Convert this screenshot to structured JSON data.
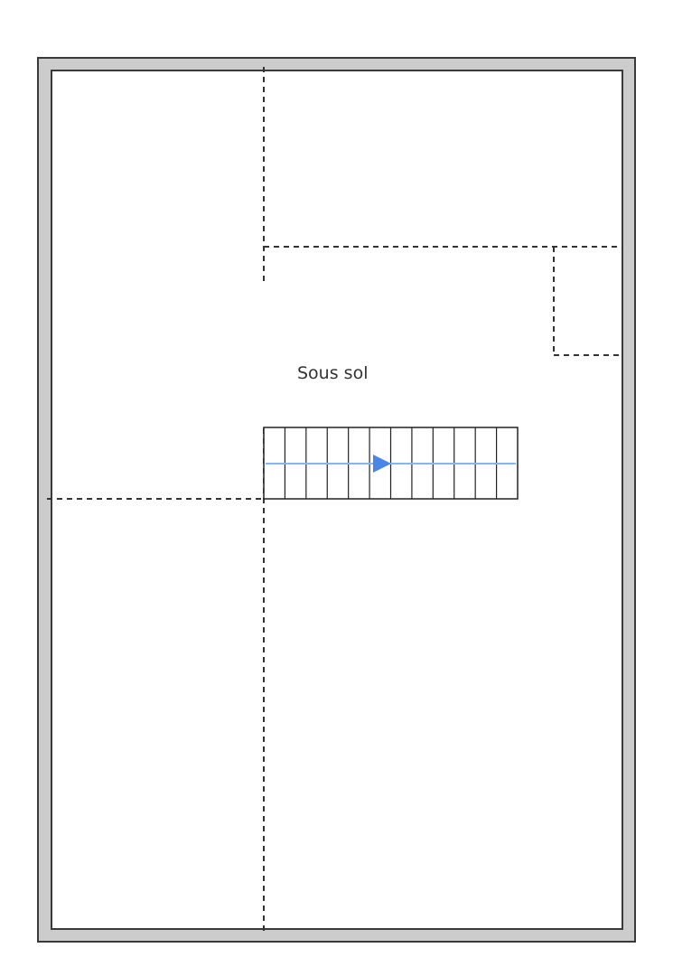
{
  "rooms": [
    {
      "label": "Sous sol"
    }
  ],
  "stair": {
    "treads": 12,
    "direction": "right"
  },
  "colors": {
    "wall_fill": "#cccccc",
    "wall_stroke": "#3a3a3a",
    "partition": "#333333",
    "stair_line": "#222222",
    "arrow": "#4a86e8",
    "arrow_line": "#8ab4f0"
  }
}
